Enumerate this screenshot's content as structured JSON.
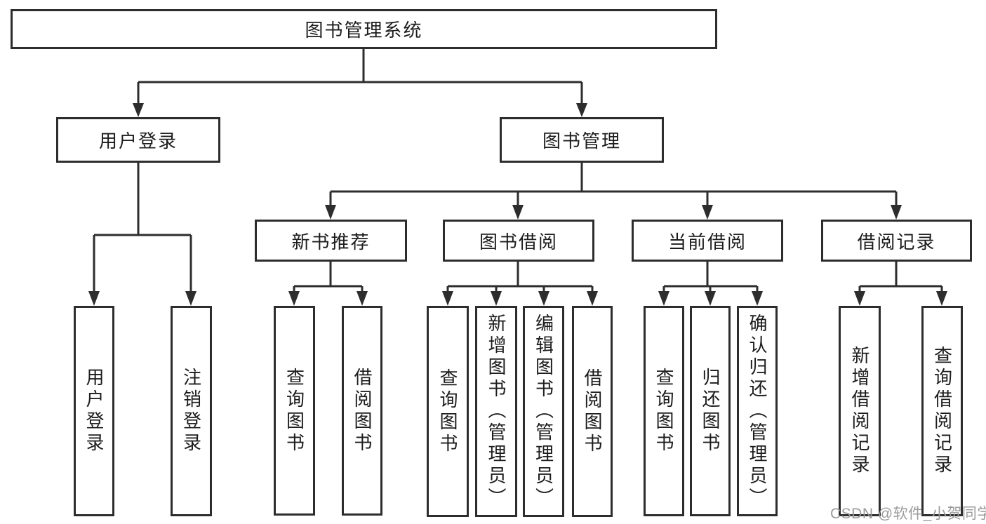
{
  "diagram": {
    "root": {
      "label": "图书管理系统",
      "children": [
        {
          "label": "用户登录",
          "children": [
            {
              "label": "用户登录"
            },
            {
              "label": "注销登录"
            }
          ]
        },
        {
          "label": "图书管理",
          "children": [
            {
              "label": "新书推荐",
              "children": [
                {
                  "label": "查询图书"
                },
                {
                  "label": "借阅图书"
                }
              ]
            },
            {
              "label": "图书借阅",
              "children": [
                {
                  "label": "查询图书"
                },
                {
                  "label": "新增图书（管理员）"
                },
                {
                  "label": "编辑图书（管理员）"
                },
                {
                  "label": "借阅图书"
                }
              ]
            },
            {
              "label": "当前借阅",
              "children": [
                {
                  "label": "查询图书"
                },
                {
                  "label": "归还图书"
                },
                {
                  "label": "确认归还（管理员）"
                }
              ]
            },
            {
              "label": "借阅记录",
              "children": [
                {
                  "label": "新增借阅记录"
                },
                {
                  "label": "查询借阅记录"
                }
              ]
            }
          ]
        }
      ]
    },
    "colors": {
      "line": "#2d2d2d",
      "border": "#2d2d2d",
      "text": "#1c1c1c",
      "background": "#ffffff",
      "watermark": "#9b9b9b"
    }
  },
  "watermark": {
    "text": "CSDN @软件_小贺同学"
  }
}
